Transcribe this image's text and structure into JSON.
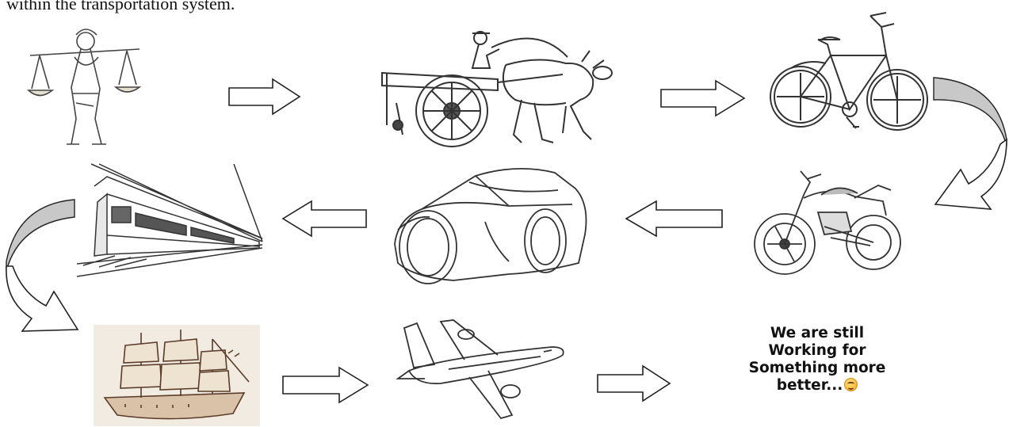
{
  "header": {
    "caption": "within the transportation system."
  },
  "stages": [
    {
      "name": "human-porter",
      "icon": "porter-icon"
    },
    {
      "name": "bullock-cart",
      "icon": "bullock-cart-icon"
    },
    {
      "name": "bicycle",
      "icon": "bicycle-icon"
    },
    {
      "name": "motorcycle",
      "icon": "motorcycle-icon"
    },
    {
      "name": "car",
      "icon": "car-icon"
    },
    {
      "name": "train",
      "icon": "train-icon"
    },
    {
      "name": "ship",
      "icon": "ship-icon"
    },
    {
      "name": "airplane",
      "icon": "airplane-icon"
    }
  ],
  "final": {
    "line1": "We are still",
    "line2": "Working for",
    "line3": "Something more",
    "line4": "better..."
  },
  "colors": {
    "stroke": "#333333",
    "curved_arrow_fill": "#c8c8c8",
    "arrow_fill": "#ffffff"
  }
}
